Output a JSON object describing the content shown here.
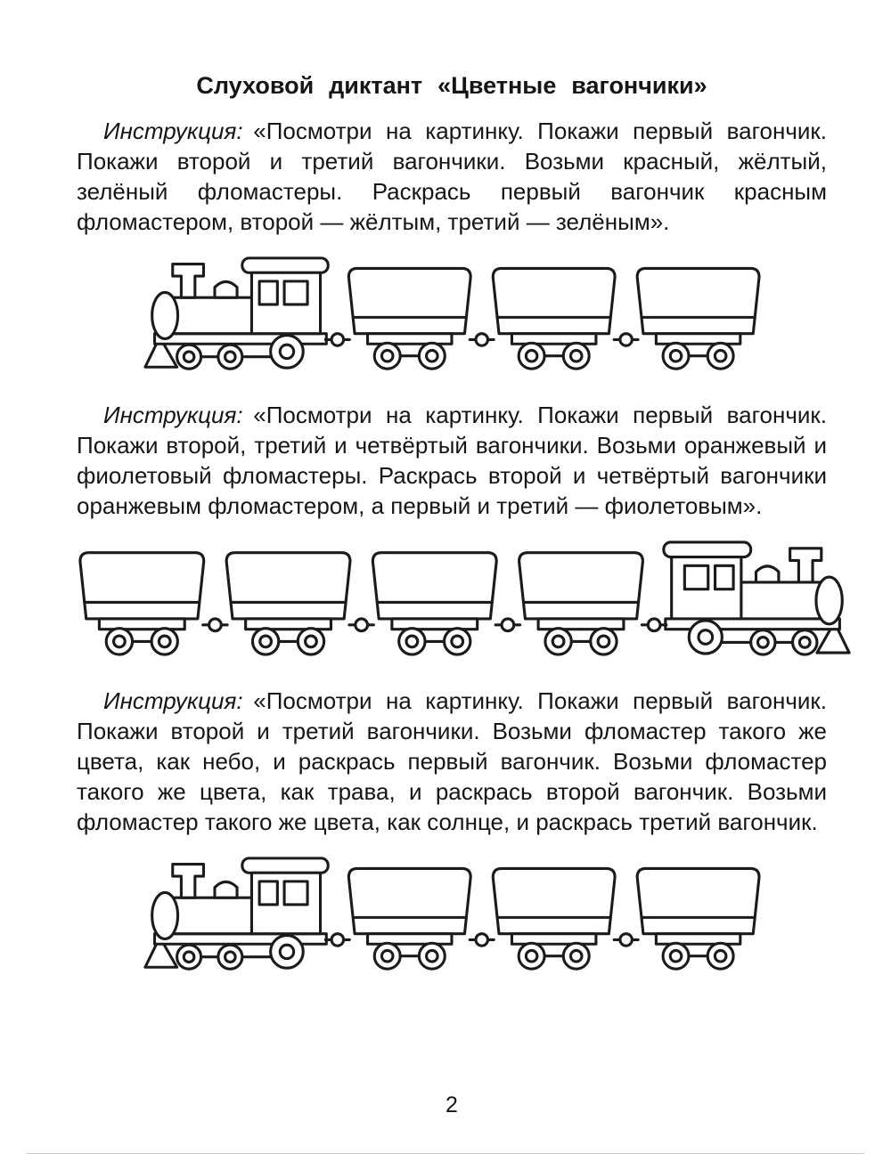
{
  "page": {
    "title": "Слуховой диктант «Цветные вагончики»",
    "page_number": "2"
  },
  "drawing": {
    "stroke_color": "#1b1b1b",
    "fill_color": "#ffffff"
  },
  "sections": [
    {
      "label": "Инструкция:",
      "text": "«Посмотри на картинку. Покажи первый вагончик. Покажи второй и третий вагончики. Возьми красный, жёлтый, зелёный фломастеры. Раскрась первый вагончик красным фломастером, второй — жёлтым, третий — зелёным».",
      "train": {
        "alt": "Контурный рисунок: паровоз слева и три пустых вагончика",
        "locomotive_position": "left",
        "wagon_count": 3
      }
    },
    {
      "label": "Инструкция:",
      "text": "«Посмотри на картинку. Покажи первый вагончик. Покажи второй, третий и четвёртый вагончики. Возьми оранжевый и фиолетовый фломастеры. Раскрась второй и четвёртый вагончики оранжевым фломастером, а первый и третий — фиолетовым».",
      "train": {
        "alt": "Контурный рисунок: четыре пустых вагончика и паровоз справа",
        "locomotive_position": "right",
        "wagon_count": 4
      }
    },
    {
      "label": "Инструкция:",
      "text": "«Посмотри на картинку. Покажи первый вагончик. Покажи второй и третий вагончики. Возьми фломастер такого же цвета, как небо, и раскрась первый вагончик. Возьми фломастер такого же цвета, как трава, и раскрась второй вагончик. Возьми фломастер такого же цвета, как солнце, и раскрась третий вагончик.",
      "train": {
        "alt": "Контурный рисунок: паровоз слева и три пустых вагончика",
        "locomotive_position": "left",
        "wagon_count": 3
      }
    }
  ]
}
